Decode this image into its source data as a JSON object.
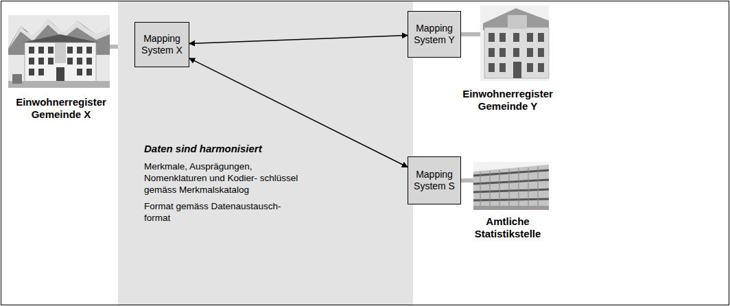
{
  "diagram": {
    "nodes": [
      {
        "text": [
          "Daten sind harmonisiert",
          "Merkmale, Ausprägungen, Nomenklaturen und Kodier- schlüssel gemäss Merkmalskatalog",
          "Format gemäss Datenaustausch- format"
        ]
      },
      {
        "text": [
          "Mapping System X"
        ],
        "in": 0
      },
      {
        "text": [
          "Mapping System Y"
        ]
      },
      {
        "text": [
          "Mapping System S"
        ]
      }
    ],
    "edges": [
      {
        "from": 1,
        "to": 2,
        "arrow": "both"
      },
      {
        "from": 1,
        "to": 3,
        "arrow": "both"
      }
    ],
    "labels": [
      "Einwohnerregister Gemeinde X",
      "Einwohnerregister Gemeinde Y",
      "Amtliche Statistikstelle"
    ]
  }
}
